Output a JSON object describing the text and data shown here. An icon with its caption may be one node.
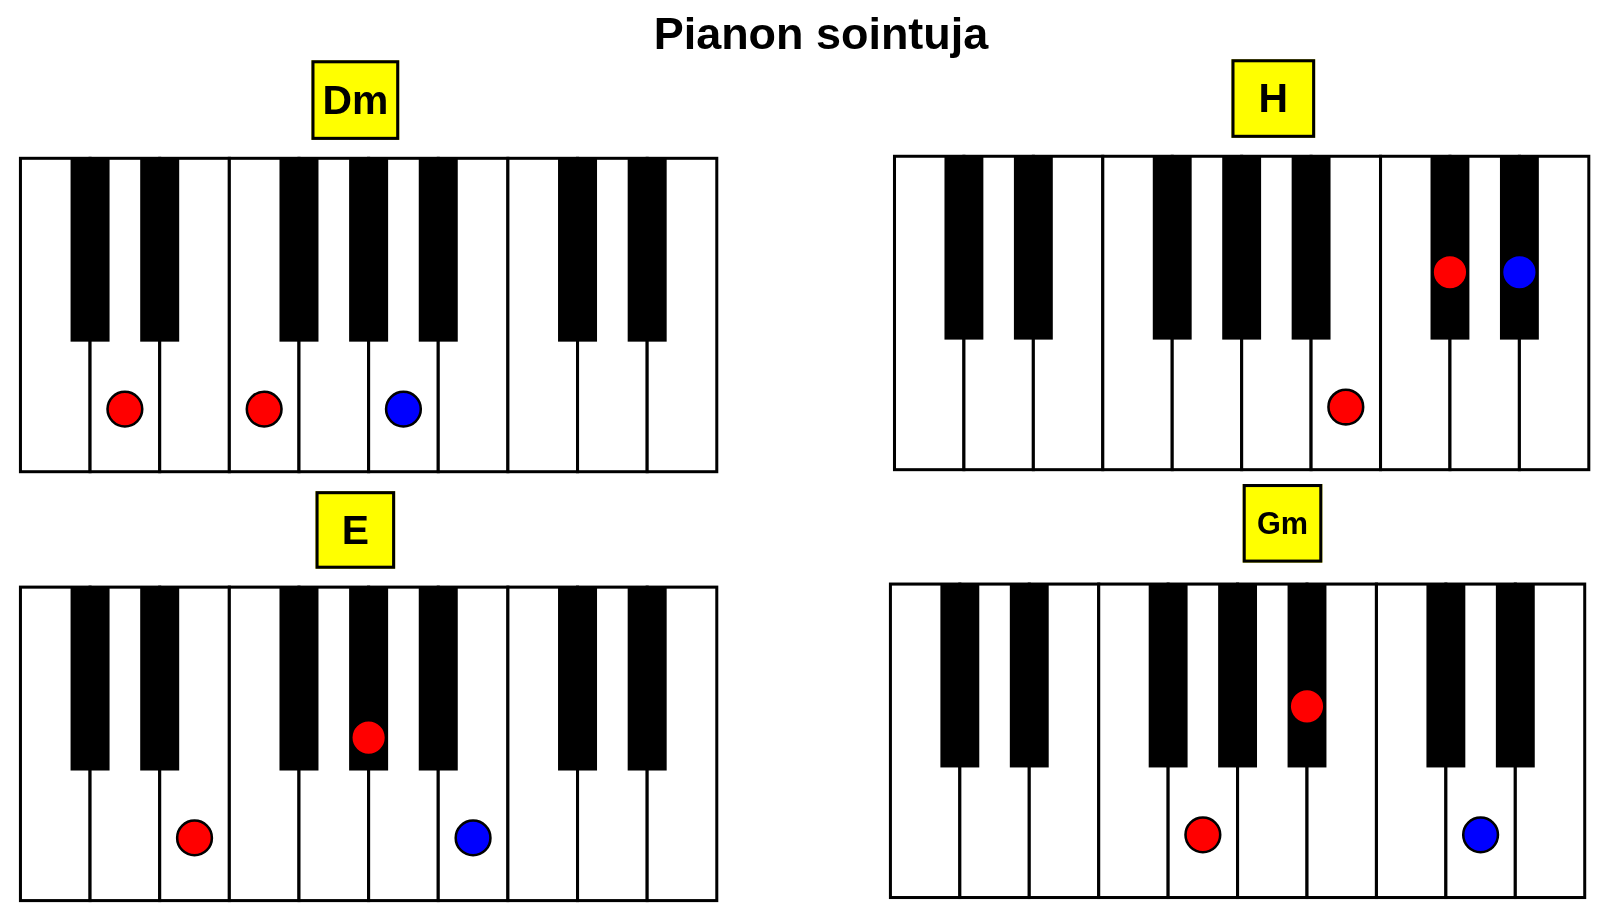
{
  "diagram": {
    "title": "Pianon sointuja",
    "nodes": [
      {
        "text": [
          "Dm"
        ]
      },
      {
        "text": [
          "H"
        ]
      },
      {
        "text": [
          "E"
        ]
      },
      {
        "text": [
          "Gm"
        ]
      }
    ]
  }
}
